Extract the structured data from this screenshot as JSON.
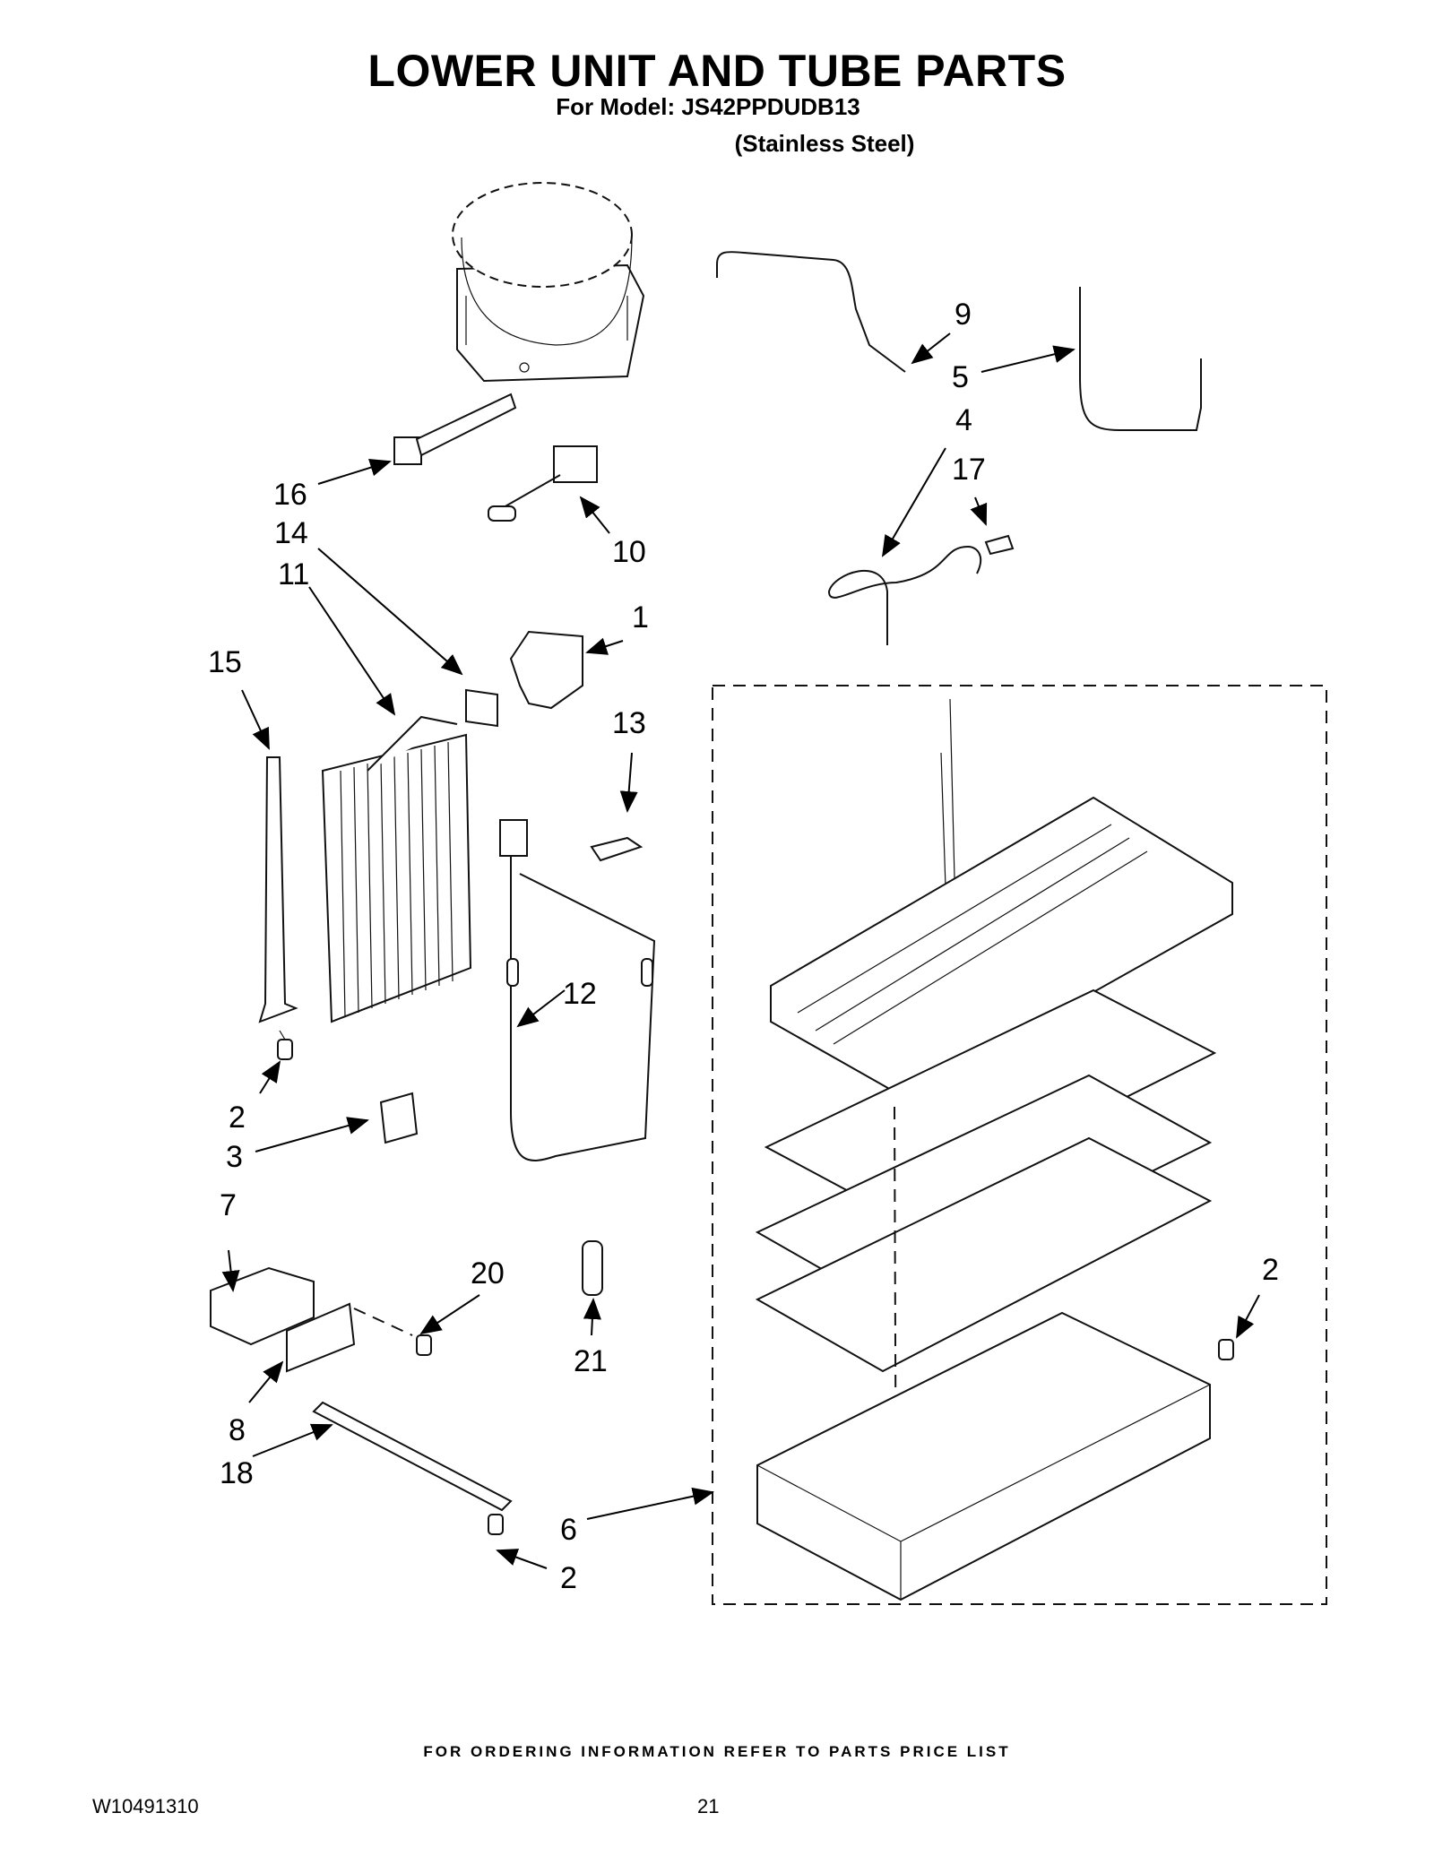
{
  "header": {
    "title": "LOWER UNIT AND TUBE PARTS",
    "model_line": "For Model: JS42PPDUDB13",
    "variant_line": "(Stainless Steel)"
  },
  "callouts": [
    "1",
    "2",
    "2",
    "2",
    "3",
    "4",
    "5",
    "6",
    "7",
    "8",
    "9",
    "10",
    "11",
    "12",
    "13",
    "14",
    "15",
    "16",
    "17",
    "18",
    "20",
    "21"
  ],
  "footer": {
    "ordering_note": "FOR ORDERING INFORMATION REFER TO PARTS PRICE LIST",
    "doc_number": "W10491310",
    "page_number": "21"
  }
}
